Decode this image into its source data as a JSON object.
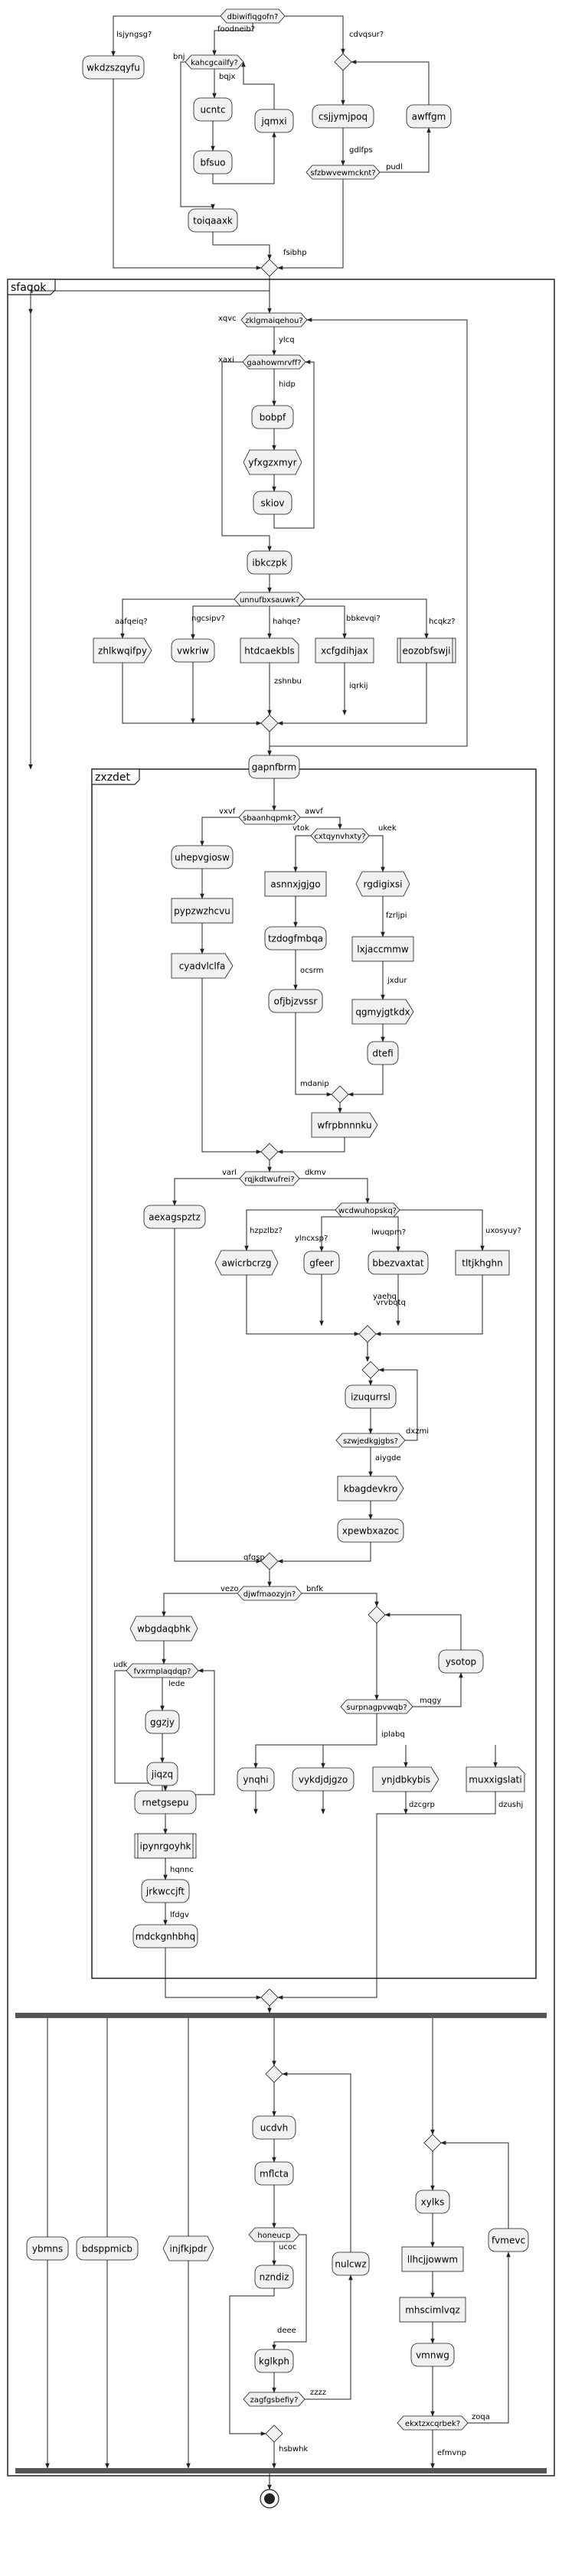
{
  "partitions": {
    "outer": "sfaqok",
    "inner": "zxzdet"
  },
  "activities": {
    "wkdzszqyfu": "wkdzszqyfu",
    "ucntc": "ucntc",
    "jqmxi": "jqmxi",
    "bfsuo": "bfsuo",
    "toiqaaxk": "toiqaaxk",
    "csjjymjpoq": "csjjymjpoq",
    "awffgm": "awffgm",
    "bobpf": "bobpf",
    "yfxgzxmyr": "yfxgzxmyr",
    "skiov": "skiov",
    "ibkczpk": "ibkczpk",
    "zhlkwqifpy": "zhlkwqifpy",
    "vwkriw": "vwkriw",
    "htdcaekbls": "htdcaekbls",
    "xcfgdihjax": "xcfgdihjax",
    "eozobfswji": "eozobfswji",
    "gapnfbrm": "gapnfbrm",
    "uhepvgiosw": "uhepvgiosw",
    "pypzwzhcvu": "pypzwzhcvu",
    "cyadvlclfa": "cyadvlclfa",
    "asnnxjgjgo": "asnnxjgjgo",
    "tzdogfmbqa": "tzdogfmbqa",
    "ofjbjzvssr": "ofjbjzvssr",
    "rgdigixsi": "rgdigixsi",
    "lxjaccmmw": "lxjaccmmw",
    "qgmyjgtkdx": "qgmyjgtkdx",
    "dtefi": "dtefi",
    "wfrpbnnnku": "wfrpbnnnku",
    "aexagspztz": "aexagspztz",
    "awicrbcrzg": "awicrbcrzg",
    "gfeer": "gfeer",
    "bbezvaxtat": "bbezvaxtat",
    "tltjkhghn": "tltjkhghn",
    "izuqurrsl": "izuqurrsl",
    "kbagdevkro": "kbagdevkro",
    "xpewbxazoc": "xpewbxazoc",
    "wbgdaqbhk": "wbgdaqbhk",
    "ggzjy": "ggzjy",
    "jiqzq": "jiqzq",
    "ysotop": "ysotop",
    "ynqhi": "ynqhi",
    "vykdjdjgzo": "vykdjdjgzo",
    "ynjdbkybis": "ynjdbkybis",
    "muxxigslati": "muxxigslati",
    "rnetgsepu": "rnetgsepu",
    "ipynrgoyhk": "ipynrgoyhk",
    "jrkwccjft": "jrkwccjft",
    "mdckgnhbhq": "mdckgnhbhq",
    "ybmns": "ybmns",
    "bdsppmicb": "bdsppmicb",
    "injfkjpdr": "injfkjpdr",
    "ucdvh": "ucdvh",
    "mflcta": "mflcta",
    "nzndiz": "nzndiz",
    "kglkph": "kglkph",
    "nulcwz": "nulcwz",
    "xylks": "xylks",
    "llhcjjowwm": "llhcjjowwm",
    "mhscimlvqz": "mhscimlvqz",
    "vmnwg": "vmnwg",
    "fvmevc": "fvmevc"
  },
  "conditions": {
    "dbiwifiqgofn": "dbiwifiqgofn?",
    "kahcgcailfy": "kahcgcailfy?",
    "sfzbwvewmcknt": "sfzbwvewmcknt?",
    "zklgmaiqehou": "zklgmaiqehou?",
    "gaahowmrvff": "gaahowmrvff?",
    "unnufbxsauwk": "unnufbxsauwk?",
    "sbaanhqpmk": "sbaanhqpmk?",
    "cxtqynvhxty": "cxtqynvhxty?",
    "rqjkdtwufrei": "rqjkdtwufrei?",
    "wcdwuhopskq": "wcdwuhopskq?",
    "szwjedkgjgbs": "szwjedkgjgbs?",
    "djwfmaozyjn": "djwfmaozyjn?",
    "fvxrmplaqdqp": "fvxrmplaqdqp?",
    "surpnagpvwqb": "surpnagpvwqb?",
    "honeucp": "honeucp",
    "zagfgsbefiy": "zagfgsbefiy?",
    "ekxtzxcqrbek": "ekxtzxcqrbek?"
  },
  "edge_labels": {
    "lsjyngsg": "lsjyngsg?",
    "foodneib": "foodneib?",
    "cdvqsur": "cdvqsur?",
    "bqjx": "bqjx",
    "bnj": "bnj",
    "gdlfps": "gdlfps",
    "pudl": "pudl",
    "fsibhp": "fsibhp",
    "xqvc": "xqvc",
    "ylcq": "ylcq",
    "xaxi": "xaxi",
    "hidp": "hidp",
    "aafqeiq": "aafqeiq?",
    "ngcsipv": "ngcsipv?",
    "hahqe": "hahqe?",
    "bbkevqi": "bbkevqi?",
    "hcqkz": "hcqkz?",
    "zshnbu": "zshnbu",
    "iqrkij": "iqrkij",
    "vxvf": "vxvf",
    "awvf": "awvf",
    "vtok": "vtok",
    "ukek": "ukek",
    "ocsrm": "ocsrm",
    "fzrljpi": "fzrljpi",
    "jxdur": "jxdur",
    "mdanip": "mdanip",
    "varl": "varl",
    "dkmv": "dkmv",
    "hzpzlbz": "hzpzlbz?",
    "ylncxsp": "ylncxsp?",
    "lwuqpm": "lwuqpm?",
    "uxosyuy": "uxosyuy?",
    "yaehq": "yaehq",
    "vrvbqtq": "vrvbqtq",
    "dxzmi": "dxzmi",
    "aiygde": "aiygde",
    "qfqsp": "qfqsp",
    "vezo": "vezo",
    "bnfk": "bnfk",
    "udk": "udk",
    "lede": "lede",
    "mqgy": "mqgy",
    "iplabq": "iplabq",
    "dzcgrp": "dzcgrp",
    "dzushj": "dzushj",
    "hqnnc": "hqnnc",
    "lfdgv": "lfdgv",
    "ucoc": "ucoc",
    "deee": "deee",
    "zzzz": "zzzz",
    "hsbwhk": "hsbwhk",
    "zoqa": "zoqa",
    "efmvnp": "efmvnp"
  }
}
